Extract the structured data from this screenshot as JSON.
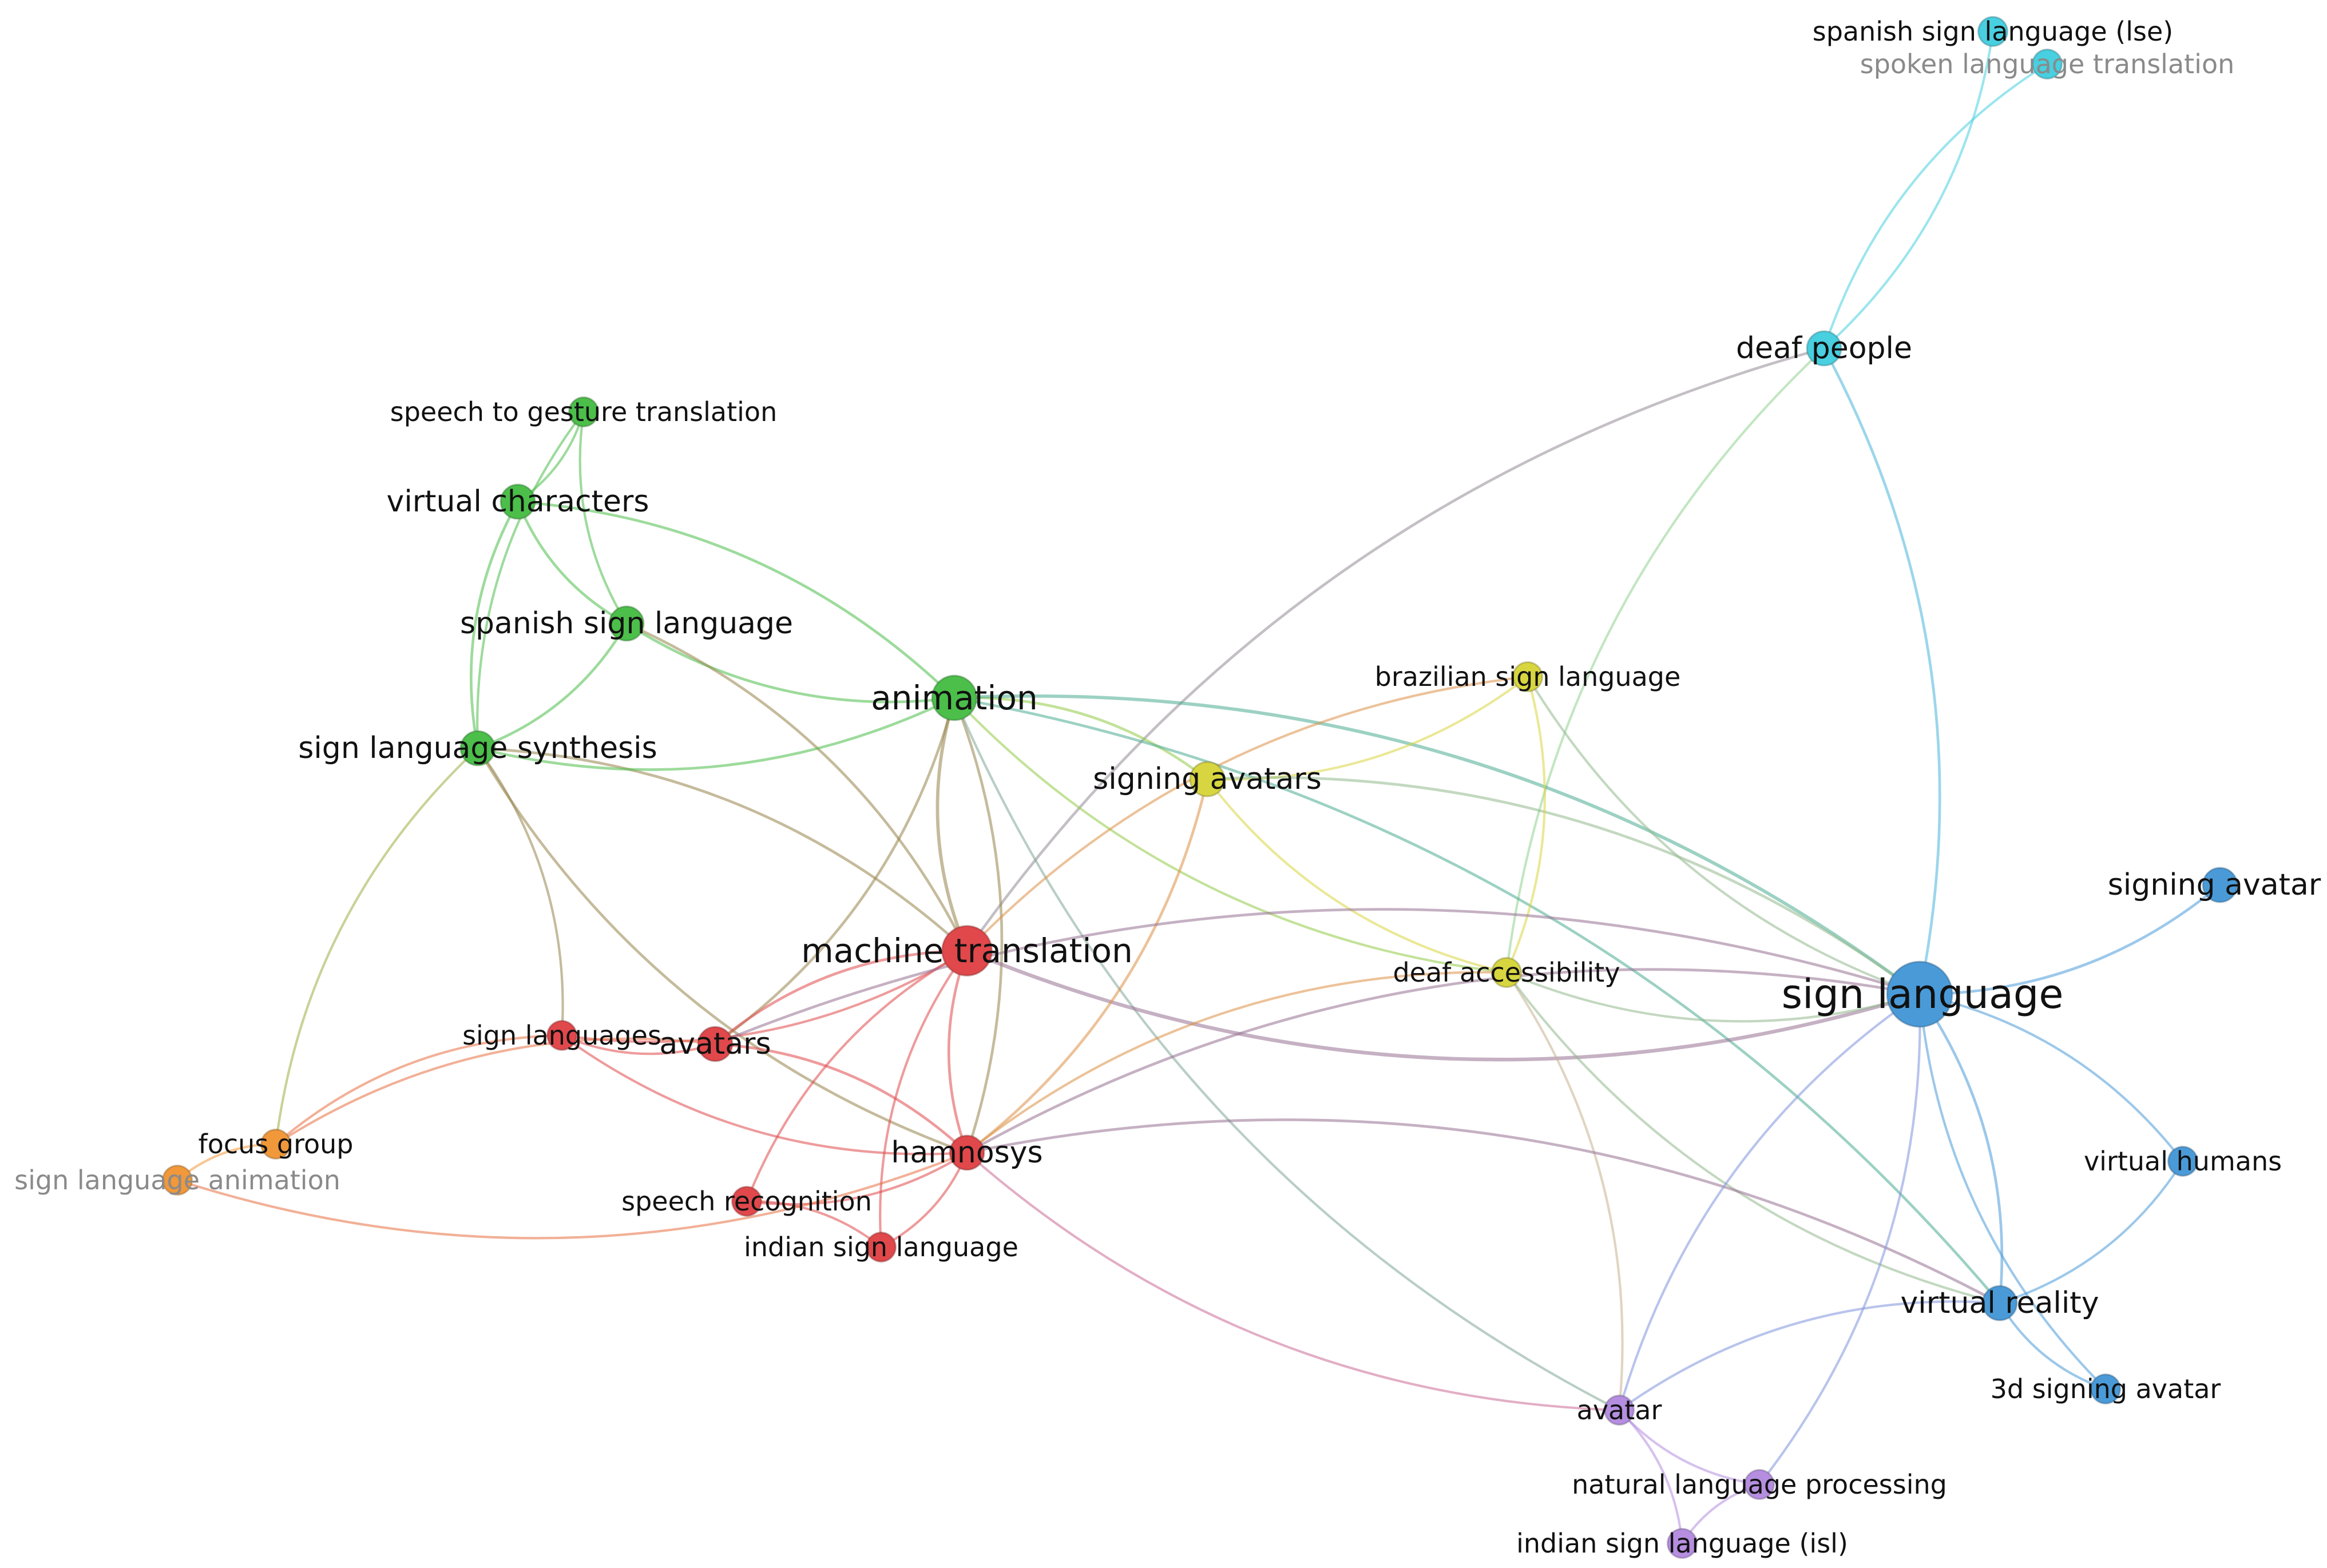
{
  "network": {
    "clusters": {
      "red": "#e0484b",
      "green": "#4cbe4a",
      "blue": "#4a9ad8",
      "yellow": "#d8d640",
      "cyan": "#48cfe0",
      "purple": "#b58ee0",
      "orange": "#f0983a"
    },
    "nodes": [
      {
        "id": "sign_language",
        "label": "sign language",
        "cluster": "blue",
        "weight": 10
      },
      {
        "id": "machine_translation",
        "label": "machine translation",
        "cluster": "red",
        "weight": 7
      },
      {
        "id": "animation",
        "label": "animation",
        "cluster": "green",
        "weight": 6
      },
      {
        "id": "signing_avatars",
        "label": "signing avatars",
        "cluster": "yellow",
        "weight": 4
      },
      {
        "id": "deaf_accessibility",
        "label": "deaf accessibility",
        "cluster": "yellow",
        "weight": 3
      },
      {
        "id": "brazilian_sign_language",
        "label": "brazilian sign language",
        "cluster": "yellow",
        "weight": 3
      },
      {
        "id": "deaf_people",
        "label": "deaf people",
        "cluster": "cyan",
        "weight": 4
      },
      {
        "id": "spanish_sign_language_lse",
        "label": "spanish sign language (lse)",
        "cluster": "cyan",
        "weight": 3
      },
      {
        "id": "spoken_language_translation",
        "label": "spoken language translation",
        "cluster": "cyan",
        "weight": 3,
        "faded": true
      },
      {
        "id": "speech_to_gesture_translation",
        "label": "speech to gesture translation",
        "cluster": "green",
        "weight": 3
      },
      {
        "id": "virtual_characters",
        "label": "virtual characters",
        "cluster": "green",
        "weight": 4
      },
      {
        "id": "spanish_sign_language",
        "label": "spanish sign language",
        "cluster": "green",
        "weight": 4
      },
      {
        "id": "sign_language_synthesis",
        "label": "sign language synthesis",
        "cluster": "green",
        "weight": 4
      },
      {
        "id": "sign_languages",
        "label": "sign languages",
        "cluster": "red",
        "weight": 3
      },
      {
        "id": "avatars",
        "label": "avatars",
        "cluster": "red",
        "weight": 4
      },
      {
        "id": "hamnosys",
        "label": "hamnosys",
        "cluster": "red",
        "weight": 4
      },
      {
        "id": "speech_recognition",
        "label": "speech recognition",
        "cluster": "red",
        "weight": 3
      },
      {
        "id": "indian_sign_language",
        "label": "indian sign language",
        "cluster": "red",
        "weight": 3
      },
      {
        "id": "focus_group",
        "label": "focus group",
        "cluster": "orange",
        "weight": 3
      },
      {
        "id": "sign_language_animation",
        "label": "sign language animation",
        "cluster": "orange",
        "weight": 3,
        "faded": true
      },
      {
        "id": "signing_avatar",
        "label": "signing avatar",
        "cluster": "blue",
        "weight": 4
      },
      {
        "id": "virtual_humans",
        "label": "virtual humans",
        "cluster": "blue",
        "weight": 3
      },
      {
        "id": "virtual_reality",
        "label": "virtual reality",
        "cluster": "blue",
        "weight": 4
      },
      {
        "id": "3d_signing_avatar",
        "label": "3d signing avatar",
        "cluster": "blue",
        "weight": 3
      },
      {
        "id": "avatar",
        "label": "avatar",
        "cluster": "purple",
        "weight": 3
      },
      {
        "id": "natural_language_processing",
        "label": "natural language processing",
        "cluster": "purple",
        "weight": 3
      },
      {
        "id": "indian_sign_language_isl",
        "label": "indian sign language (isl)",
        "cluster": "purple",
        "weight": 3
      }
    ],
    "links": [
      [
        "spanish_sign_language_lse",
        "deaf_people"
      ],
      [
        "spoken_language_translation",
        "deaf_people"
      ],
      [
        "deaf_people",
        "sign_language"
      ],
      [
        "deaf_people",
        "machine_translation"
      ],
      [
        "deaf_people",
        "deaf_accessibility"
      ],
      [
        "speech_to_gesture_translation",
        "virtual_characters"
      ],
      [
        "speech_to_gesture_translation",
        "spanish_sign_language"
      ],
      [
        "speech_to_gesture_translation",
        "sign_language_synthesis"
      ],
      [
        "virtual_characters",
        "animation"
      ],
      [
        "virtual_characters",
        "sign_language_synthesis"
      ],
      [
        "virtual_characters",
        "spanish_sign_language"
      ],
      [
        "spanish_sign_language",
        "animation"
      ],
      [
        "spanish_sign_language",
        "sign_language_synthesis"
      ],
      [
        "spanish_sign_language",
        "machine_translation"
      ],
      [
        "sign_language_synthesis",
        "machine_translation"
      ],
      [
        "sign_language_synthesis",
        "hamnosys"
      ],
      [
        "sign_language_synthesis",
        "focus_group"
      ],
      [
        "sign_language_synthesis",
        "sign_languages"
      ],
      [
        "sign_language_synthesis",
        "animation"
      ],
      [
        "animation",
        "machine_translation"
      ],
      [
        "animation",
        "signing_avatars"
      ],
      [
        "animation",
        "sign_language"
      ],
      [
        "animation",
        "deaf_accessibility"
      ],
      [
        "animation",
        "hamnosys"
      ],
      [
        "animation",
        "avatars"
      ],
      [
        "animation",
        "avatar"
      ],
      [
        "animation",
        "virtual_reality"
      ],
      [
        "machine_translation",
        "sign_language"
      ],
      [
        "machine_translation",
        "avatars"
      ],
      [
        "machine_translation",
        "hamnosys"
      ],
      [
        "machine_translation",
        "speech_recognition"
      ],
      [
        "machine_translation",
        "indian_sign_language"
      ],
      [
        "machine_translation",
        "sign_languages"
      ],
      [
        "machine_translation",
        "brazilian_sign_language"
      ],
      [
        "signing_avatars",
        "deaf_accessibility"
      ],
      [
        "signing_avatars",
        "brazilian_sign_language"
      ],
      [
        "signing_avatars",
        "sign_language"
      ],
      [
        "signing_avatars",
        "hamnosys"
      ],
      [
        "brazilian_sign_language",
        "deaf_accessibility"
      ],
      [
        "brazilian_sign_language",
        "sign_language"
      ],
      [
        "deaf_accessibility",
        "sign_language"
      ],
      [
        "deaf_accessibility",
        "avatar"
      ],
      [
        "deaf_accessibility",
        "hamnosys"
      ],
      [
        "deaf_accessibility",
        "virtual_reality"
      ],
      [
        "sign_languages",
        "avatars"
      ],
      [
        "sign_languages",
        "hamnosys"
      ],
      [
        "sign_languages",
        "focus_group"
      ],
      [
        "avatars",
        "hamnosys"
      ],
      [
        "avatars",
        "sign_language"
      ],
      [
        "hamnosys",
        "speech_recognition"
      ],
      [
        "hamnosys",
        "indian_sign_language"
      ],
      [
        "hamnosys",
        "sign_language"
      ],
      [
        "hamnosys",
        "avatar"
      ],
      [
        "hamnosys",
        "virtual_reality"
      ],
      [
        "speech_recognition",
        "indian_sign_language"
      ],
      [
        "focus_group",
        "sign_language_animation"
      ],
      [
        "focus_group",
        "avatars"
      ],
      [
        "sign_language_animation",
        "hamnosys"
      ],
      [
        "sign_language",
        "signing_avatar"
      ],
      [
        "sign_language",
        "virtual_humans"
      ],
      [
        "sign_language",
        "virtual_reality"
      ],
      [
        "sign_language",
        "3d_signing_avatar"
      ],
      [
        "sign_language",
        "avatar"
      ],
      [
        "sign_language",
        "natural_language_processing"
      ],
      [
        "virtual_humans",
        "virtual_reality"
      ],
      [
        "virtual_reality",
        "3d_signing_avatar"
      ],
      [
        "virtual_reality",
        "avatar"
      ],
      [
        "avatar",
        "natural_language_processing"
      ],
      [
        "avatar",
        "indian_sign_language_isl"
      ],
      [
        "natural_language_processing",
        "indian_sign_language_isl"
      ]
    ]
  }
}
